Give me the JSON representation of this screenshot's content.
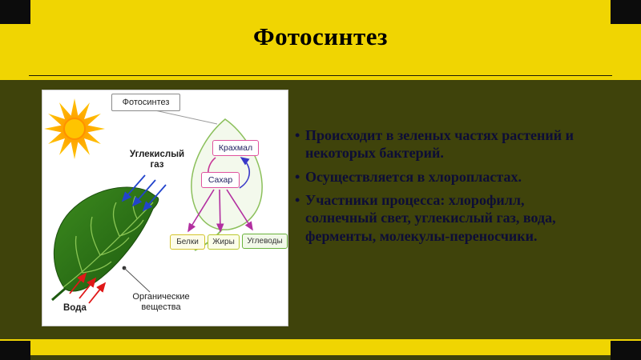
{
  "slide": {
    "title": "Фотосинтез",
    "bullet_char": "•",
    "colors": {
      "band_yellow": "#f0d502",
      "background_olive": "#3f430b",
      "corner_black": "#0c0c0c",
      "bullet_text_navy": "#0d0d36",
      "leaf_green": "#2e7a1a",
      "co2_arrow_blue": "#2244cc",
      "water_arrow_red": "#e01818",
      "sugar_arrow_magenta": "#b22fa0"
    }
  },
  "diagram": {
    "heading": "Фотосинтез",
    "co2": {
      "line1": "Углекислый",
      "line2": "газ"
    },
    "starch": "Крахмал",
    "sugar": "Сахар",
    "proteins": "Белки",
    "fats": "Жиры",
    "carbohydrates": "Углеводы",
    "water": "Вода",
    "organic": {
      "line1": "Органические",
      "line2": "вещества"
    }
  },
  "bullets": [
    {
      "text": "Происходит в зеленых частях растений и некоторых бактерий."
    },
    {
      "text": "Осуществляется в хлоропластах."
    },
    {
      "text": "Участники процесса: хлорофилл, солнечный свет, углекислый газ, вода, ферменты, молекулы-переносчики."
    }
  ]
}
